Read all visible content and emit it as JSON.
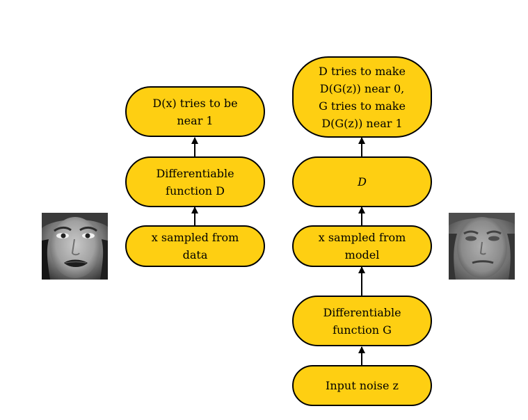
{
  "colors": {
    "node_fill": "#fecf12",
    "stroke": "#000000"
  },
  "left_branch": {
    "image": "real-face-photo",
    "nodes": {
      "data_sample": [
        "x sampled from",
        "data"
      ],
      "discriminator": [
        "Differentiable",
        "function D"
      ],
      "output": [
        "D(x) tries to be",
        "near 1"
      ]
    }
  },
  "right_branch": {
    "image": "generated-face-photo",
    "nodes": {
      "noise": [
        "Input noise z"
      ],
      "generator": [
        "Differentiable",
        "function G"
      ],
      "model_sample": [
        "x sampled from",
        "model"
      ],
      "discriminator": [
        "D"
      ],
      "output": [
        "D tries to make",
        "D(G(z)) near 0,",
        "G tries to make",
        "D(G(z)) near 1"
      ]
    }
  }
}
